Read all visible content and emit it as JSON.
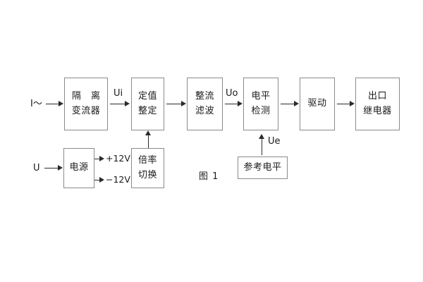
{
  "figure": {
    "caption": "图 1",
    "background": "#ffffff",
    "box_border_color": "#8a8a8a",
    "line_color": "#2b2b2b",
    "text_color": "#1a1a1a"
  },
  "blocks": {
    "isolation_transformer": {
      "line1": "隔 离",
      "line2": "变流器"
    },
    "setting_adjust": {
      "line1": "定值",
      "line2": "整定"
    },
    "rectify_filter": {
      "line1": "整流",
      "line2": "滤波"
    },
    "level_detect": {
      "line1": "电平",
      "line2": "检测"
    },
    "driver": {
      "line1": "驱动",
      "line2": ""
    },
    "output_relay": {
      "line1": "出口",
      "line2": "继电器"
    },
    "power_supply": {
      "line1": "电源",
      "line2": ""
    },
    "ratio_switch": {
      "line1": "倍率",
      "line2": "切换"
    },
    "reference_level": {
      "line1": "参考电平",
      "line2": ""
    }
  },
  "labels": {
    "input_current": "I～",
    "input_voltage": "U",
    "ui": "Ui",
    "uo": "Uo",
    "ue": "Ue",
    "plus12v": "+12V",
    "minus12v": "−12V"
  }
}
